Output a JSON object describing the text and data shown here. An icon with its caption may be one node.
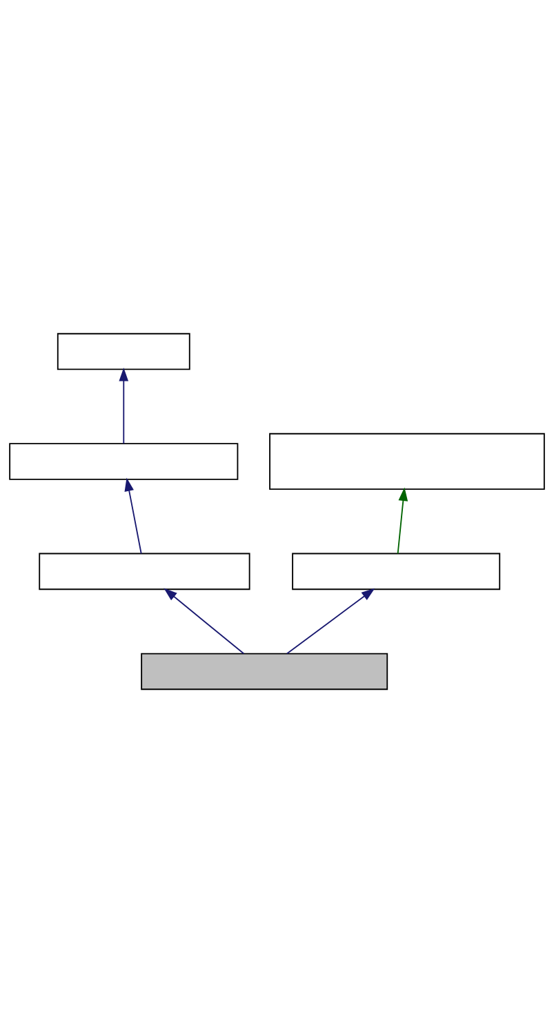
{
  "diagram": {
    "nodes": [
      {
        "text": [],
        "shape": "box"
      },
      {
        "text": [],
        "shape": "box"
      },
      {
        "text": [],
        "shape": "box"
      },
      {
        "text": [],
        "shape": "box"
      },
      {
        "text": [],
        "shape": "box"
      },
      {
        "text": [],
        "shape": "box"
      }
    ],
    "edges": [
      {
        "from": 1,
        "to": 0,
        "arrow": "to"
      },
      {
        "from": 3,
        "to": 1,
        "arrow": "to"
      },
      {
        "from": 4,
        "to": 2,
        "arrow": "to",
        "color": "#006400"
      },
      {
        "from": 5,
        "to": 3,
        "arrow": "to"
      },
      {
        "from": 5,
        "to": 4,
        "arrow": "to"
      }
    ]
  }
}
